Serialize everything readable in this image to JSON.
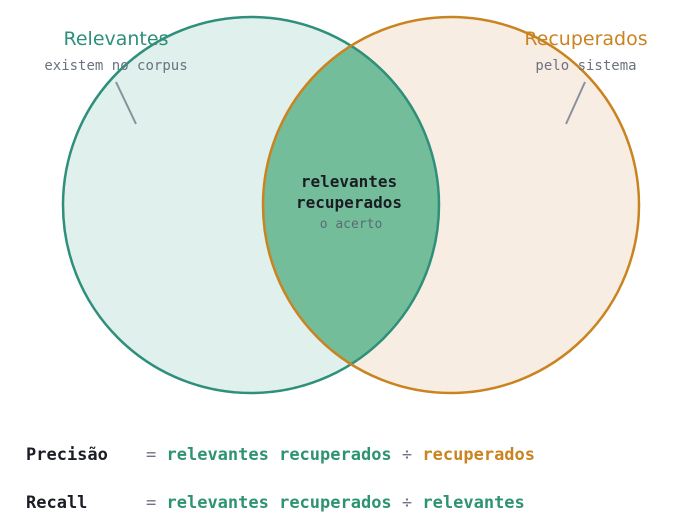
{
  "colors": {
    "relevant_stroke": "#2e8f7a",
    "relevant_fill": "#dff0ed",
    "retrieved_stroke": "#c98420",
    "retrieved_fill": "#f8ede3",
    "intersection_fill": "#74bd9a",
    "muted": "#6b7280",
    "dark": "#1a1d24"
  },
  "left_set": {
    "title": "Relevantes",
    "subtitle": "existem no corpus"
  },
  "right_set": {
    "title": "Recuperados",
    "subtitle": "pelo sistema"
  },
  "intersection": {
    "line1": "relevantes",
    "line2": "recuperados",
    "note": "o acerto"
  },
  "formulas": [
    {
      "label": "Precisão",
      "equals": "=",
      "numerator": "relevantes recuperados",
      "divide": "÷",
      "denominator": "recuperados"
    },
    {
      "label": "Recall",
      "equals": "=",
      "numerator": "relevantes recuperados",
      "divide": "÷",
      "denominator": "relevantes"
    }
  ]
}
